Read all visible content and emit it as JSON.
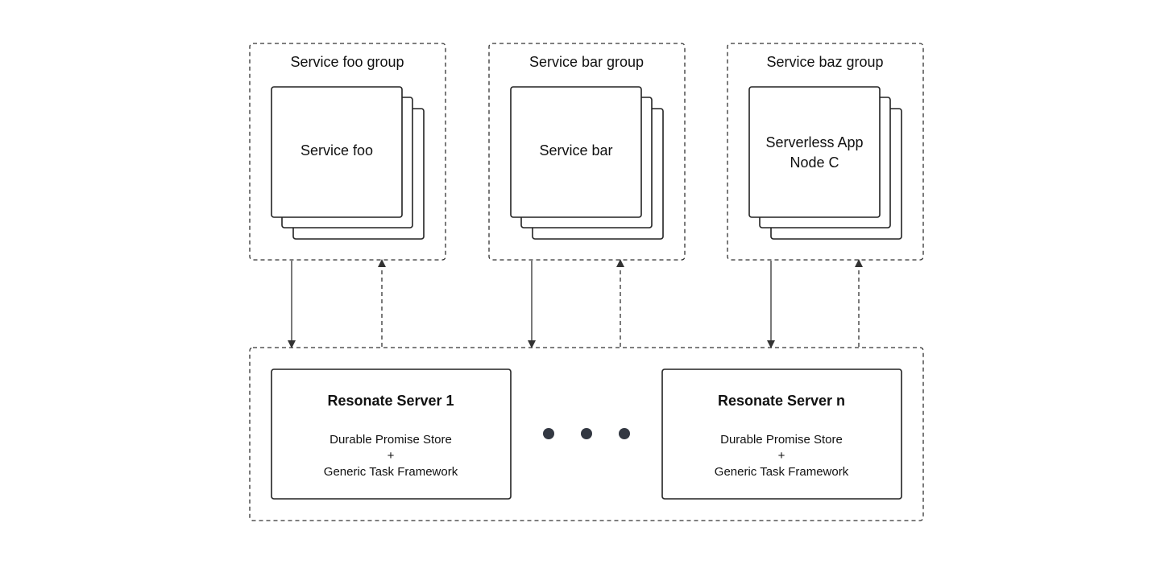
{
  "groups": [
    {
      "label": "Service foo group",
      "node_lines": [
        "Service foo"
      ]
    },
    {
      "label": "Service bar group",
      "node_lines": [
        "Service bar"
      ]
    },
    {
      "label": "Service baz group",
      "node_lines": [
        "Serverless App",
        "Node C"
      ]
    }
  ],
  "servers": [
    {
      "title": "Resonate Server 1",
      "line1": "Durable Promise Store",
      "line2": "+",
      "line3": "Generic Task Framework"
    },
    {
      "title": "Resonate Server n",
      "line1": "Durable Promise Store",
      "line2": "+",
      "line3": "Generic Task Framework"
    }
  ],
  "ellipsis_dots": 3
}
